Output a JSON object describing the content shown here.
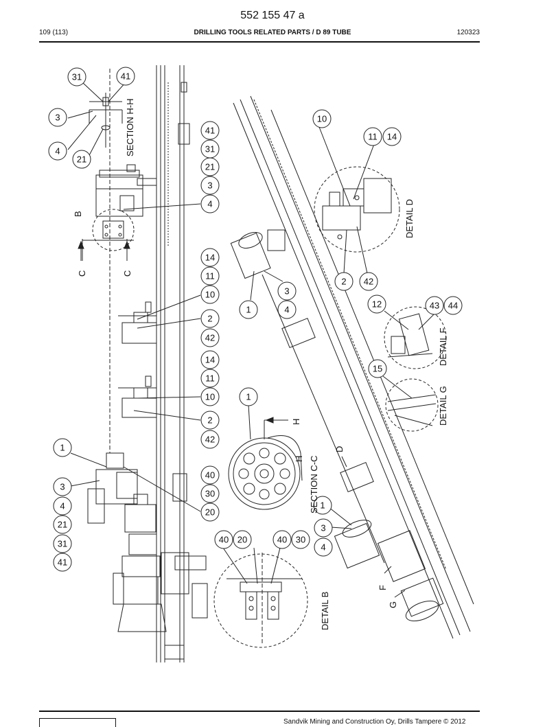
{
  "header": {
    "doc_code": "552 155 47 a",
    "page": "109 (113)",
    "title": "DRILLING TOOLS RELATED PARTS / D 89 TUBE",
    "date": "120323"
  },
  "footer": {
    "text": "Sandvik Mining and Construction Oy, Drills Tampere © 2012"
  },
  "views": {
    "section_hh": "SECTION H-H",
    "section_cc": "SECTION C-C",
    "detail_b": "DETAIL B",
    "detail_d": "DETAIL D",
    "detail_f": "DETAIL F",
    "detail_g": "DETAIL G"
  },
  "markers": {
    "b": "B",
    "c": "C",
    "d": "D",
    "f": "F",
    "g": "G",
    "h": "H"
  },
  "callouts": {
    "hh_top_a": "31",
    "hh_top_b": "41",
    "hh_3": "3",
    "hh_4": "4",
    "hh_21": "21",
    "s1_41": "41",
    "s1_31": "31",
    "s1_21": "21",
    "s1_3": "3",
    "s1_4": "4",
    "s2_14": "14",
    "s2_11": "11",
    "s2_10": "10",
    "s2_2": "2",
    "s2_42": "42",
    "s3_14": "14",
    "s3_11": "11",
    "s3_10": "10",
    "s3_2": "2",
    "s3_42": "42",
    "bl_1": "1",
    "bl_3": "3",
    "bl_4": "4",
    "bl_21": "21",
    "bl_31": "31",
    "bl_41": "41",
    "mid_40": "40",
    "mid_30": "30",
    "mid_20": "20",
    "cc_1": "1",
    "db_40a": "40",
    "db_20": "20",
    "db_40b": "40",
    "db_30": "30",
    "dd_10": "10",
    "dd_11": "11",
    "dd_14": "14",
    "dd_2": "2",
    "dd_42": "42",
    "r_1": "1",
    "r_3": "3",
    "r_4": "4",
    "df_12": "12",
    "df_43": "43",
    "df_44": "44",
    "dg_15": "15",
    "rb_1": "1",
    "rb_3": "3",
    "rb_4": "4"
  }
}
